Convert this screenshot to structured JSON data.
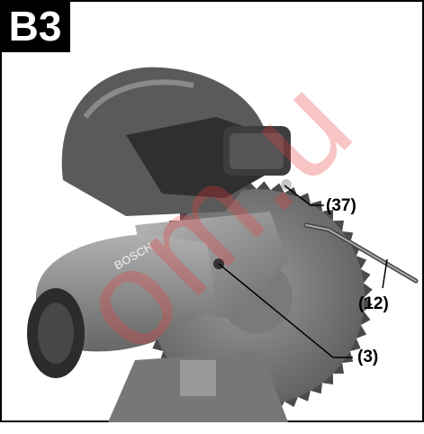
{
  "figure": {
    "label": "B3",
    "callouts": {
      "part_37": "(37)",
      "part_12": "(12)",
      "part_3": "(3)"
    },
    "housing_brand": "BOSCH",
    "watermark": "om.u",
    "colors": {
      "frame": "#000000",
      "tool_body": "#8a8a8a",
      "tool_dark": "#3a3a3a",
      "blade": "#6f6f6f",
      "watermark": "#eb3c3c"
    }
  }
}
